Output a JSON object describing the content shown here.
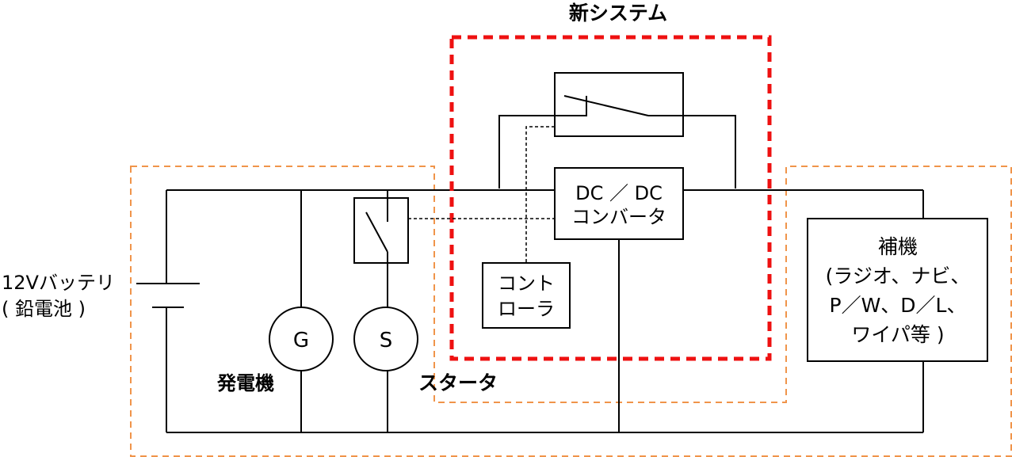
{
  "new_system": {
    "title": "新システム"
  },
  "battery": {
    "label_line1": "12Vバッテリ",
    "label_line2": "( 鉛電池 )"
  },
  "generator": {
    "symbol": "G",
    "label": "発電機"
  },
  "starter": {
    "symbol": "S",
    "label": "スタータ"
  },
  "converter": {
    "line1": "DC ／ DC",
    "line2": "コンバータ"
  },
  "controller": {
    "line1": "コント",
    "line2": "ローラ"
  },
  "accessories": {
    "line1": "補機",
    "line2": "(ラジオ、ナビ、",
    "line3": "P／W、D／L、",
    "line4": "ワイパ等 )"
  },
  "colors": {
    "wire": "#000000",
    "new_system_border": "#ee1111",
    "existing_border": "#f0944a"
  }
}
